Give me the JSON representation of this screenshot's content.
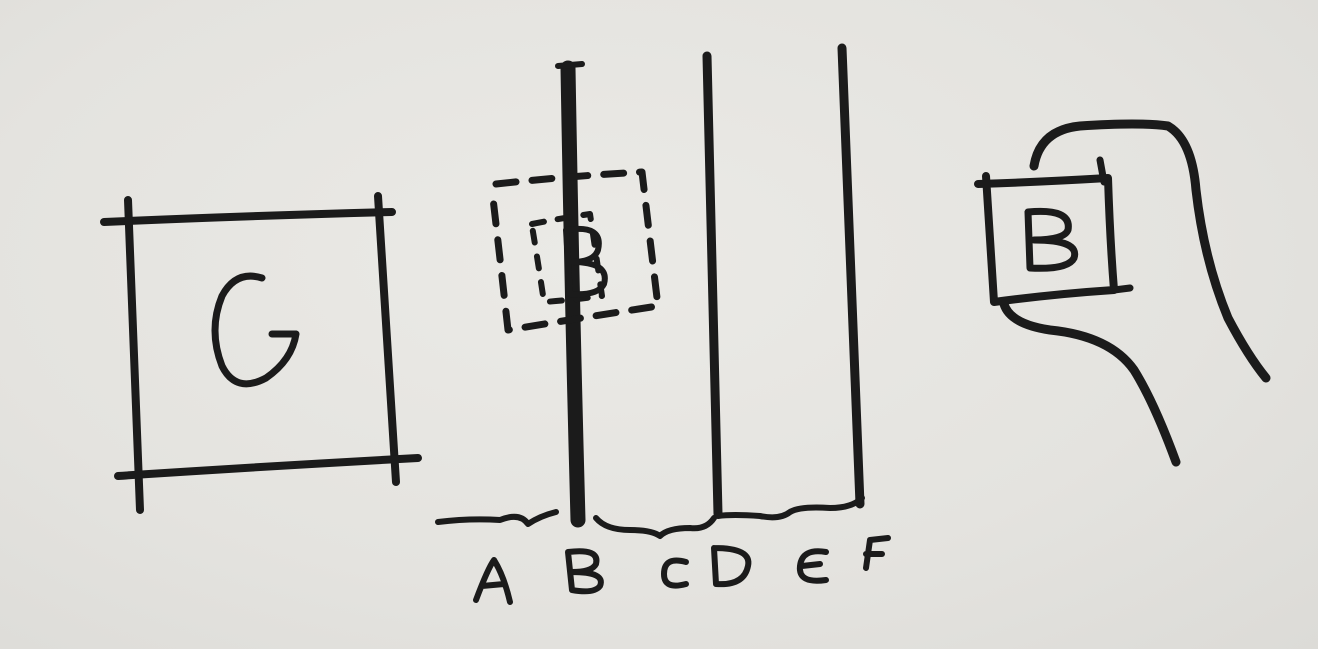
{
  "diagram": {
    "grid_tile": {
      "label": "G"
    },
    "dragged_tile": {
      "label": "B"
    },
    "held_tile": {
      "label": "B"
    },
    "column_labels": [
      "A",
      "B",
      "C",
      "D",
      "E",
      "F"
    ]
  },
  "colors": {
    "paper": "#e6e5e1",
    "ink": "#1b1b1b"
  }
}
